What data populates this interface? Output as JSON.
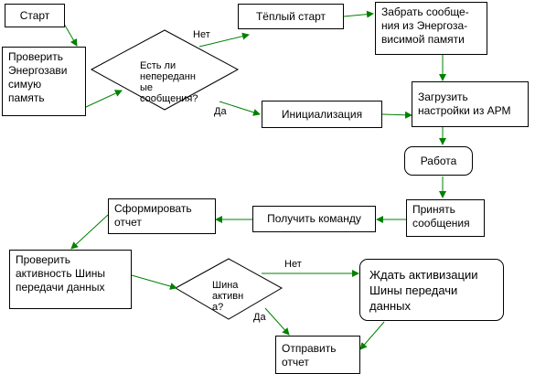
{
  "nodes": {
    "start": "Старт",
    "check_memory": "Проверить\nЭнергозави\nсимую\nпамять",
    "decision_unsent": "Есть ли\nнепереданн\nые\nсообщения?",
    "warm_start": "Тёплый старт",
    "fetch_messages": "Забрать сообще-\nния из Энергоза-\nвисимой памяти",
    "init": "Инициализация",
    "load_settings": "Загрузить\nнастройки из АРМ",
    "work": "Работа",
    "receive_messages": "Принять\nсообщения",
    "get_command": "Получить команду",
    "form_report": "Сформировать\nотчет",
    "check_bus": "Проверить\nактивность Шины\nпередачи данных",
    "decision_bus": "Шина\nактивн\nа?",
    "wait_bus": "Ждать активизации\nШины передачи\nданных",
    "send_report": "Отправить\nотчет"
  },
  "labels": {
    "unsent_no": "Нет",
    "unsent_yes": "Да",
    "bus_no": "Нет",
    "bus_yes": "Да"
  },
  "colors": {
    "arrow": "#008000",
    "border": "#000000",
    "background": "#ffffff"
  }
}
